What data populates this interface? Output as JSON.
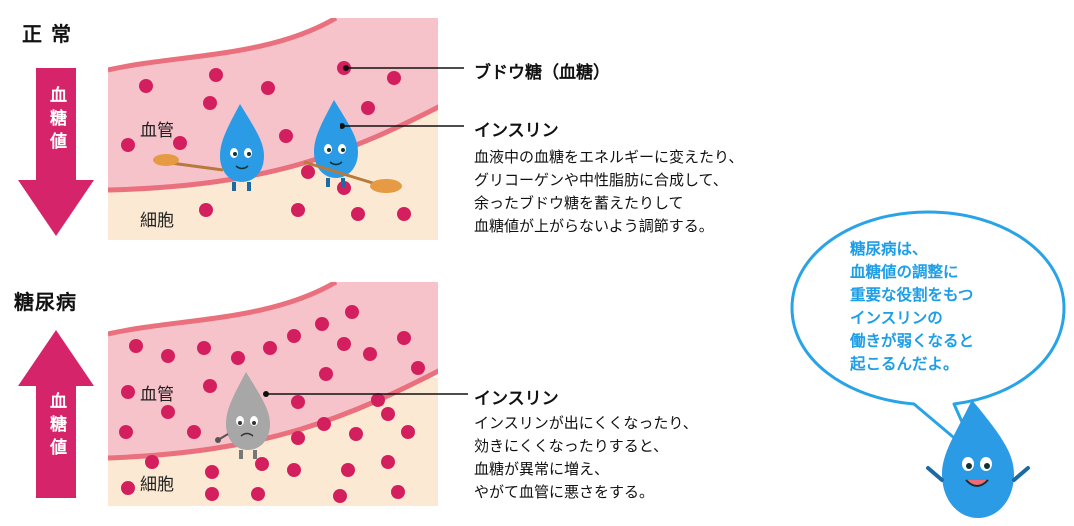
{
  "normal": {
    "title": "正 常",
    "arrow_label": "血糖値",
    "vessel_label": "血管",
    "cell_label": "細胞",
    "callout_glucose": "ブドウ糖（血糖）",
    "callout_insulin": "インスリン",
    "description": "血液中の血糖をエネルギーに変えたり、\nグリコーゲンや中性脂肪に合成して、\n余ったブドウ糖を蓄えたりして\n血糖値が上がらないよう調節する。"
  },
  "diabetes": {
    "title": "糖尿病",
    "arrow_label": "血糖値",
    "vessel_label": "血管",
    "cell_label": "細胞",
    "callout_insulin": "インスリン",
    "description": "インスリンが出にくくなったり、\n効きにくくなったりすると、\n血糖が異常に増え、\nやがて血管に悪さをする。"
  },
  "bubble": {
    "text": "糖尿病は、\n血糖値の調整に\n重要な役割をもつ\nインスリンの\n働きが弱くなると\n起こるんだよ。"
  },
  "colors": {
    "arrow": "#d6246a",
    "vessel_fill": "#f7c3cb",
    "vessel_edge": "#e9707c",
    "cell_fill": "#fbe9d3",
    "glucose_dot": "#d41f5e",
    "insulin_drop": "#2b9be6",
    "weak_insulin": "#a7a7a7",
    "bubble_stroke": "#29a3e8"
  },
  "icons": [
    "insulin-drop-character",
    "weak-insulin-drop-character",
    "glucose-dot",
    "spoon"
  ]
}
